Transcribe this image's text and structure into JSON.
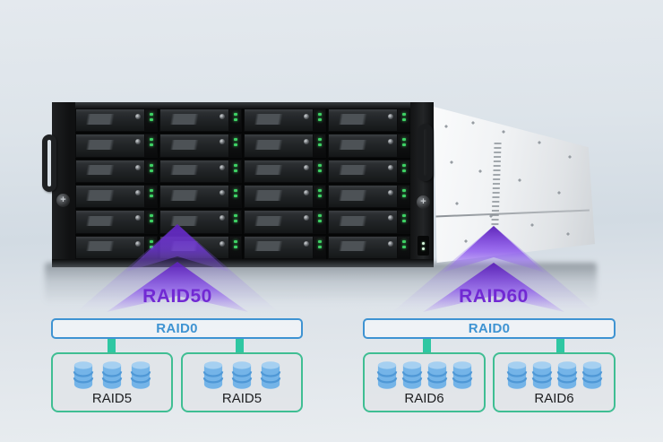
{
  "server": {
    "bays": {
      "rows": 6,
      "cols": 4
    },
    "led_color": "#3ED164"
  },
  "groups": [
    {
      "title": "RAID50",
      "stripe_label": "RAID0",
      "children": [
        {
          "label": "RAID5",
          "disks": 3
        },
        {
          "label": "RAID5",
          "disks": 3
        }
      ]
    },
    {
      "title": "RAID60",
      "stripe_label": "RAID0",
      "children": [
        {
          "label": "RAID6",
          "disks": 4
        },
        {
          "label": "RAID6",
          "disks": 4
        }
      ]
    }
  ],
  "colors": {
    "title-purple": "#7129D3",
    "beam-core": "#5B21B6",
    "beam-mid": "#7C3AED",
    "beam-light": "#9D6FF5",
    "stripe-blue": "#3E93D2",
    "child-green": "#3FBE93",
    "connector-teal": "#2EC7A2",
    "disk-body": "#74B4E8",
    "disk-top": "#A6D0F1",
    "disk-line": "#4F98D6",
    "led-green": "#3ED164"
  }
}
